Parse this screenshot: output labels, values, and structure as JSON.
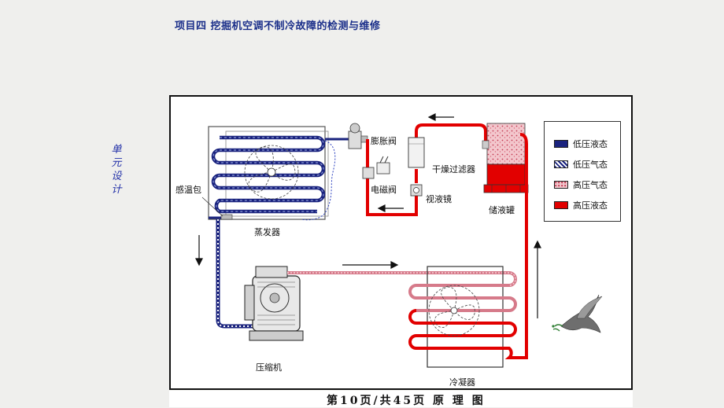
{
  "slide": {
    "title": "项目四  挖掘机空调不制冷故障的检测与维修",
    "side_label": "单元设计"
  },
  "diagram": {
    "labels": {
      "expansion_valve": "膨胀阀",
      "dryer_filter": "干燥过滤器",
      "solenoid_valve": "电磁阀",
      "sight_glass": "视液镜",
      "receiver": "储液罐",
      "temp_bulb": "感温包",
      "evaporator": "蒸发器",
      "compressor": "压缩机",
      "condenser": "冷凝器"
    },
    "legend": [
      {
        "label": "低压液态",
        "color": "#1a237e",
        "pattern": "solid"
      },
      {
        "label": "低压气态",
        "color": "#1a237e",
        "pattern": "hatched"
      },
      {
        "label": "高压气态",
        "color": "#d67a8a",
        "pattern": "speckled"
      },
      {
        "label": "高压液态",
        "color": "#e00000",
        "pattern": "solid"
      }
    ],
    "colors": {
      "low_pressure_liquid": "#1a237e",
      "low_pressure_gas": "#2a3fbf",
      "high_pressure_gas": "#e8a4ae",
      "high_pressure_liquid": "#e20000"
    }
  },
  "caption": {
    "text": "第10页/共45页 原 理 图"
  }
}
